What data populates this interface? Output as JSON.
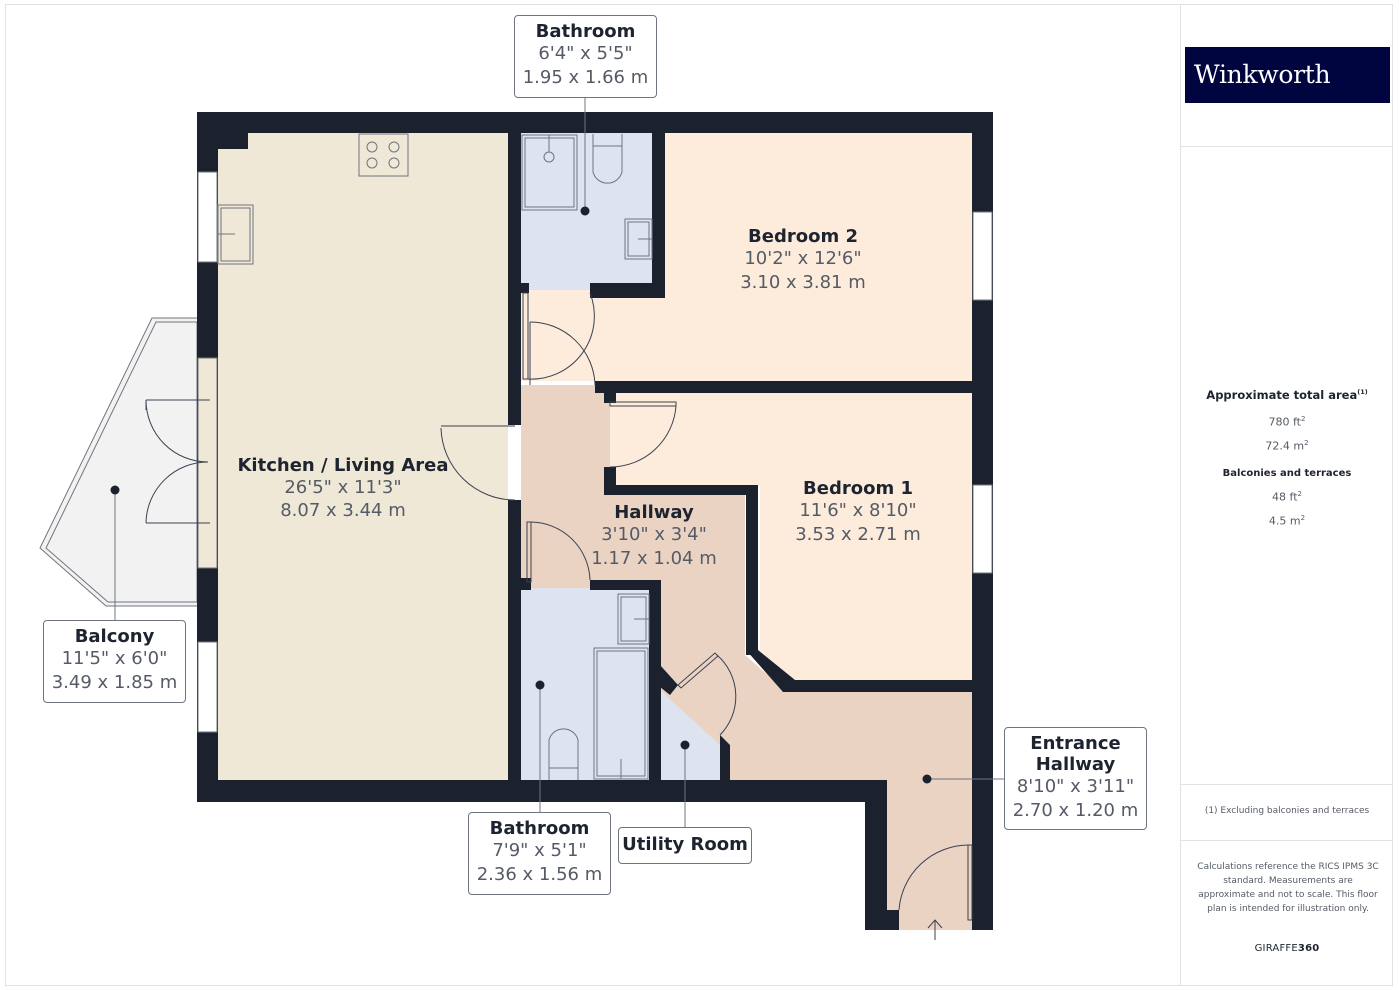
{
  "brand": {
    "logo_text": "Winkworth",
    "logo_bg": "#00053f",
    "footer_brand_prefix": "GIRAFFE",
    "footer_brand_suffix": "360"
  },
  "summary": {
    "total_title": "Approximate total area",
    "total_note_marker": "(1)",
    "total_ft": "780 ft",
    "total_m": "72.4 m",
    "balconies_title": "Balconies and terraces",
    "balconies_ft": "48 ft",
    "balconies_m": "4.5 m",
    "sq": "2",
    "footnote": "(1) Excluding balconies and terraces",
    "disclaimer": "Calculations reference the RICS IPMS 3C standard. Measurements are approximate and not to scale. This floor plan is intended for illustration only."
  },
  "colors": {
    "wall": "#1b222e",
    "kitchen": "#efe8d6",
    "bedroom": "#fdecdc",
    "hallway": "#ebd3c4",
    "bathroom": "#dde3ef",
    "balcony": "#f2f2f2"
  },
  "rooms": [
    {
      "name": "Kitchen / Living Area",
      "imperial": "26'5\" x 11'3\"",
      "metric": "8.07 x 3.44 m"
    },
    {
      "name": "Bedroom 2",
      "imperial": "10'2\" x 12'6\"",
      "metric": "3.10 x 3.81 m"
    },
    {
      "name": "Bedroom 1",
      "imperial": "11'6\" x 8'10\"",
      "metric": "3.53 x 2.71 m"
    },
    {
      "name": "Hallway",
      "imperial": "3'10\" x 3'4\"",
      "metric": "1.17 x 1.04 m"
    },
    {
      "name": "Bathroom",
      "imperial": "6'4\" x 5'5\"",
      "metric": "1.95 x 1.66 m"
    },
    {
      "name": "Bathroom",
      "imperial": "7'9\" x 5'1\"",
      "metric": "2.36 x 1.56 m"
    },
    {
      "name": "Utility Room",
      "imperial": "",
      "metric": ""
    },
    {
      "name": "Entrance Hallway",
      "name_line1": "Entrance",
      "name_line2": "Hallway",
      "imperial": "8'10\" x 3'11\"",
      "metric": "2.70 x 1.20 m"
    },
    {
      "name": "Balcony",
      "imperial": "11'5\" x 6'0\"",
      "metric": "3.49 x 1.85 m"
    }
  ]
}
